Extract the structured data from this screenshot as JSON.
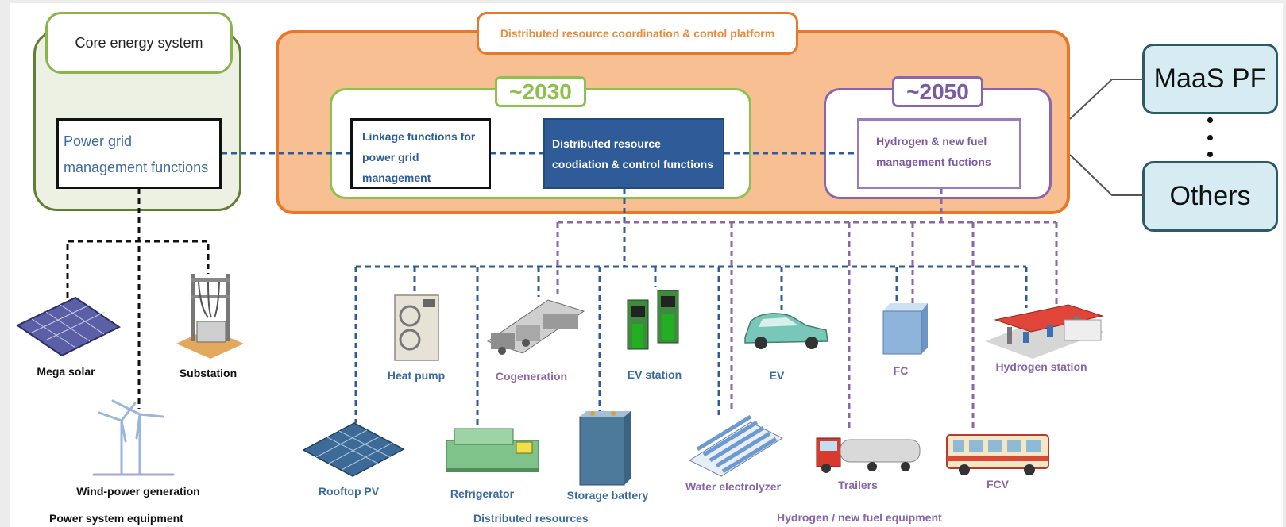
{
  "core": {
    "title": "Core energy system",
    "pg_line1": "Power grid",
    "pg_line2": "management functions"
  },
  "platform": {
    "title": "Distributed resource coordination & contol platform",
    "tag_2030": "~2030",
    "tag_2050": "~2050",
    "linkage_lines": [
      "Linkage functions for",
      "power grid",
      "management"
    ],
    "drc_lines": [
      "Distributed resource",
      "coodiation & control functions"
    ],
    "h2_lines": [
      "Hydrogen & new fuel",
      "management fuctions"
    ]
  },
  "external": {
    "maas": "MaaS PF",
    "others": "Others"
  },
  "equipment": {
    "mega_solar": "Mega solar",
    "substation": "Substation",
    "wind": "Wind-power generation",
    "heat_pump": "Heat pump",
    "cogeneration": "Cogeneration",
    "ev_station": "EV station",
    "ev": "EV",
    "fc": "FC",
    "hydrogen_station": "Hydrogen station",
    "rooftop_pv": "Rooftop PV",
    "refrigerator": "Refrigerator",
    "storage_battery": "Storage battery",
    "water_electrolyzer": "Water electrolyzer",
    "trailers": "Trailers",
    "fcv": "FCV"
  },
  "groups": {
    "power_system": "Power system equipment",
    "distributed": "Distributed resources",
    "hydrogen": "Hydrogen / new fuel equipment"
  },
  "colors": {
    "blue_line": "#2f5c98",
    "purple_line": "#8a64ad",
    "orange": "#e7782a",
    "green": "#8ec04e",
    "core_green": "#5e7f34"
  }
}
